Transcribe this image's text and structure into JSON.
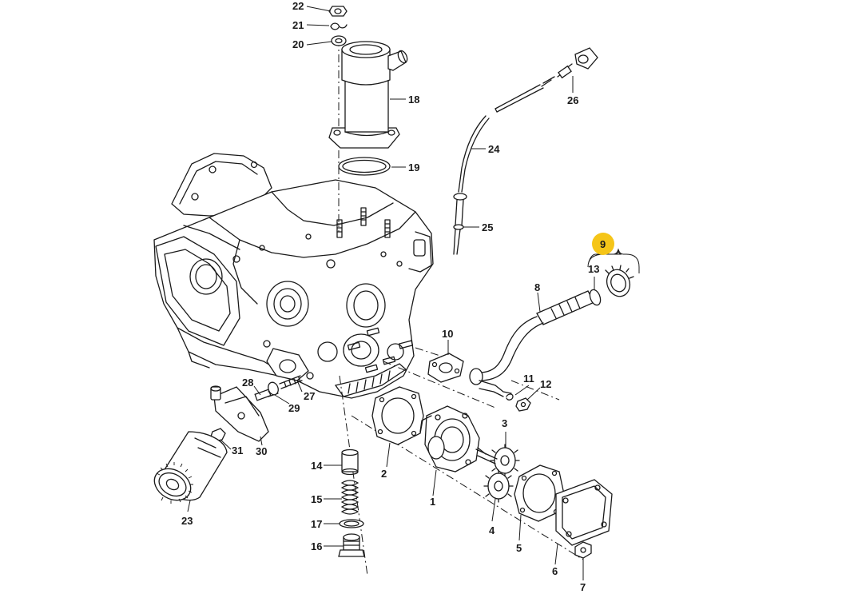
{
  "highlight_color": "#f5c518",
  "callouts": {
    "c1": "1",
    "c2": "2",
    "c3": "3",
    "c4": "4",
    "c5": "5",
    "c6": "6",
    "c7": "7",
    "c8": "8",
    "c9": "9",
    "c10": "10",
    "c11": "11",
    "c12": "12",
    "c13": "13",
    "c14": "14",
    "c15": "15",
    "c16": "16",
    "c17": "17",
    "c18": "18",
    "c19": "19",
    "c20": "20",
    "c21": "21",
    "c22": "22",
    "c23": "23",
    "c24": "24",
    "c25": "25",
    "c26": "26",
    "c27": "27",
    "c28": "28",
    "c29": "29",
    "c30": "30",
    "c31": "31"
  }
}
